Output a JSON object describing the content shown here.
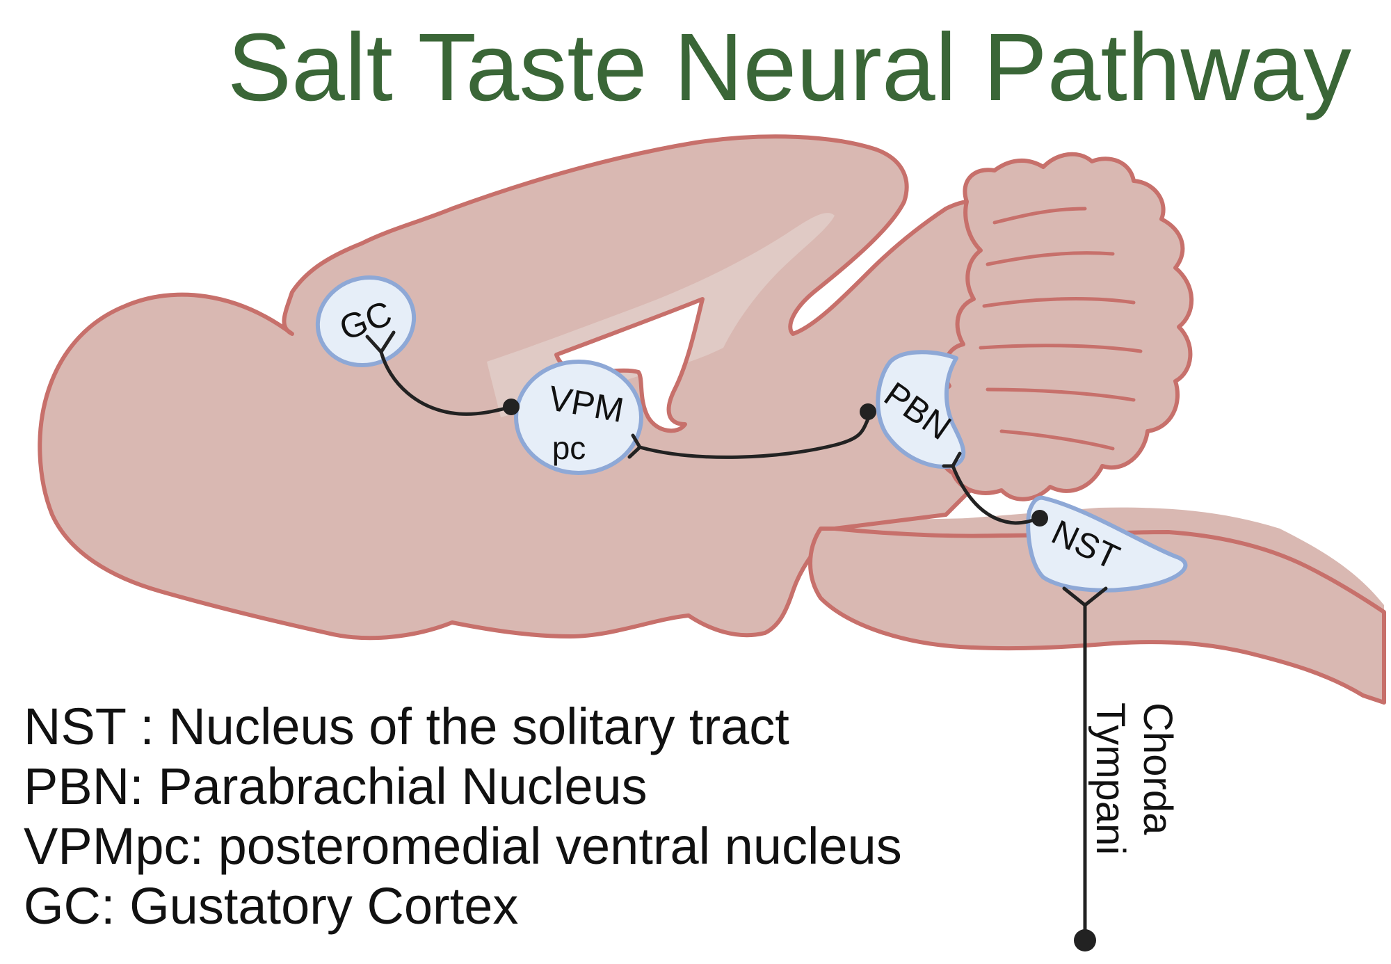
{
  "title": "Salt Taste Neural Pathway",
  "colors": {
    "title": "#3a6637",
    "brain_fill": "#d9b8b2",
    "brain_stroke": "#c7706b",
    "nucleus_fill": "#e6eef8",
    "nucleus_stroke": "#8ea8d6",
    "connection": "#222222"
  },
  "nodes": {
    "gc": "GC",
    "vpm_top": "VPM",
    "vpm_bottom": "pc",
    "pbn": "PBN",
    "nst": "NST"
  },
  "nerve": {
    "line1": "Chorda",
    "line2": "Tympani"
  },
  "legend": [
    "NST : Nucleus of the solitary tract",
    "PBN: Parabrachial Nucleus",
    "VPMpc:  posteromedial ventral nucleus",
    "GC: Gustatory Cortex"
  ]
}
